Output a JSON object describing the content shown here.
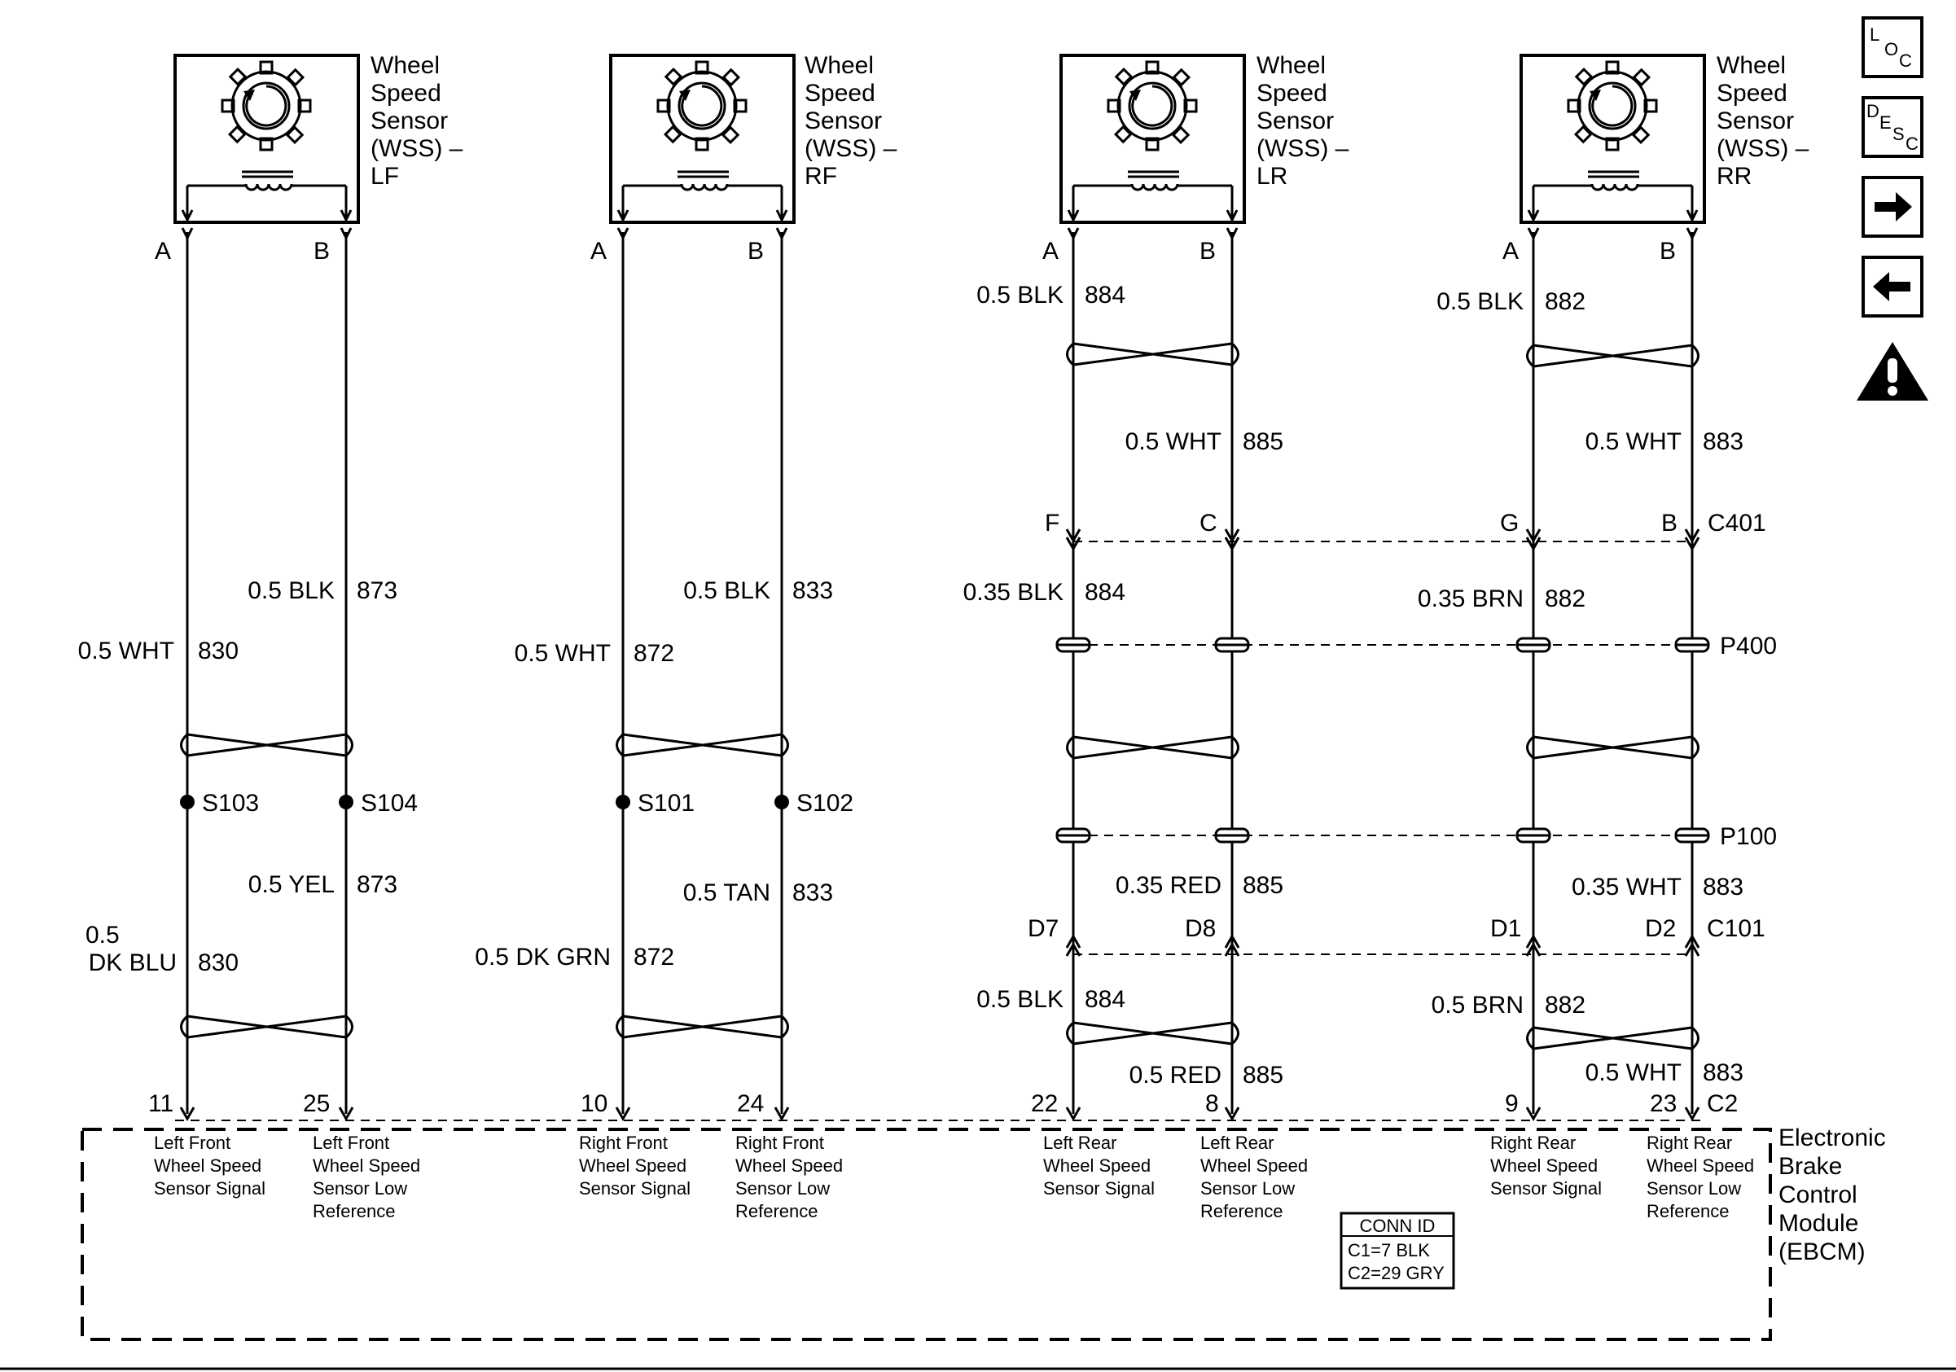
{
  "sensors": [
    {
      "title": [
        "Wheel",
        "Speed",
        "Sensor",
        "(WSS) –",
        "LF"
      ],
      "pin_a": "A",
      "pin_b": "B"
    },
    {
      "title": [
        "Wheel",
        "Speed",
        "Sensor",
        "(WSS) –",
        "RF"
      ],
      "pin_a": "A",
      "pin_b": "B"
    },
    {
      "title": [
        "Wheel",
        "Speed",
        "Sensor",
        "(WSS) –",
        "LR"
      ],
      "pin_a": "A",
      "pin_b": "B"
    },
    {
      "title": [
        "Wheel",
        "Speed",
        "Sensor",
        "(WSS) –",
        "RR"
      ],
      "pin_a": "A",
      "pin_b": "B"
    }
  ],
  "wire_labels": [
    {
      "text": "0.5 BLK",
      "circuit": "873"
    },
    {
      "text": "0.5 WHT",
      "circuit": "830"
    },
    {
      "text": "0.5 YEL",
      "circuit": "873"
    },
    {
      "text": "0.5",
      "circuit": ""
    },
    {
      "text": "DK BLU",
      "circuit": "830"
    },
    {
      "text": "0.5 BLK",
      "circuit": "833"
    },
    {
      "text": "0.5 WHT",
      "circuit": "872"
    },
    {
      "text": "0.5 TAN",
      "circuit": "833"
    },
    {
      "text": "0.5 DK GRN",
      "circuit": "872"
    },
    {
      "text": "0.5 BLK",
      "circuit": "884"
    },
    {
      "text": "0.5 WHT",
      "circuit": "885"
    },
    {
      "text": "0.35 BLK",
      "circuit": "884"
    },
    {
      "text": "0.35 RED",
      "circuit": "885"
    },
    {
      "text": "0.5 BLK",
      "circuit": "884"
    },
    {
      "text": "0.5 RED",
      "circuit": "885"
    },
    {
      "text": "0.5 BLK",
      "circuit": "882"
    },
    {
      "text": "0.5 WHT",
      "circuit": "883"
    },
    {
      "text": "0.35 BRN",
      "circuit": "882"
    },
    {
      "text": "0.35 WHT",
      "circuit": "883"
    },
    {
      "text": "0.5 BRN",
      "circuit": "882"
    },
    {
      "text": "0.5 WHT",
      "circuit": "883"
    }
  ],
  "splices": [
    "S103",
    "S104",
    "S101",
    "S102"
  ],
  "connectors": [
    {
      "name": "C401",
      "pins": [
        "F",
        "C",
        "G",
        "B"
      ]
    },
    {
      "name": "P400"
    },
    {
      "name": "P100"
    },
    {
      "name": "C101",
      "pins": [
        "D7",
        "D8",
        "D1",
        "D2"
      ]
    },
    {
      "name": "C2",
      "pins": [
        "11",
        "25",
        "10",
        "24",
        "22",
        "8",
        "9",
        "23"
      ]
    }
  ],
  "module": {
    "name": [
      "Electronic",
      "Brake",
      "Control",
      "Module",
      "(EBCM)"
    ],
    "terminals": [
      [
        "Left Front",
        "Wheel Speed",
        "Sensor Signal"
      ],
      [
        "Left Front",
        "Wheel Speed",
        "Sensor Low",
        "Reference"
      ],
      [
        "Right Front",
        "Wheel Speed",
        "Sensor Signal"
      ],
      [
        "Right Front",
        "Wheel Speed",
        "Sensor Low",
        "Reference"
      ],
      [
        "Left Rear",
        "Wheel Speed",
        "Sensor Signal"
      ],
      [
        "Left Rear",
        "Wheel Speed",
        "Sensor Low",
        "Reference"
      ],
      [
        "Right Rear",
        "Wheel Speed",
        "Sensor Signal"
      ],
      [
        "Right Rear",
        "Wheel Speed",
        "Sensor Low",
        "Reference"
      ]
    ],
    "conn_id": {
      "title": "CONN ID",
      "lines": [
        "C1=7 BLK",
        "C2=29 GRY"
      ]
    }
  },
  "nav": {
    "loc": {
      "l1": "L",
      "l2": "O",
      "l3": "C"
    },
    "desc": {
      "l1": "D",
      "l2": "E",
      "l3": "S",
      "l4": "C"
    },
    "forward": "forward-arrow-icon",
    "back": "back-arrow-icon",
    "warning": "warning-icon"
  }
}
